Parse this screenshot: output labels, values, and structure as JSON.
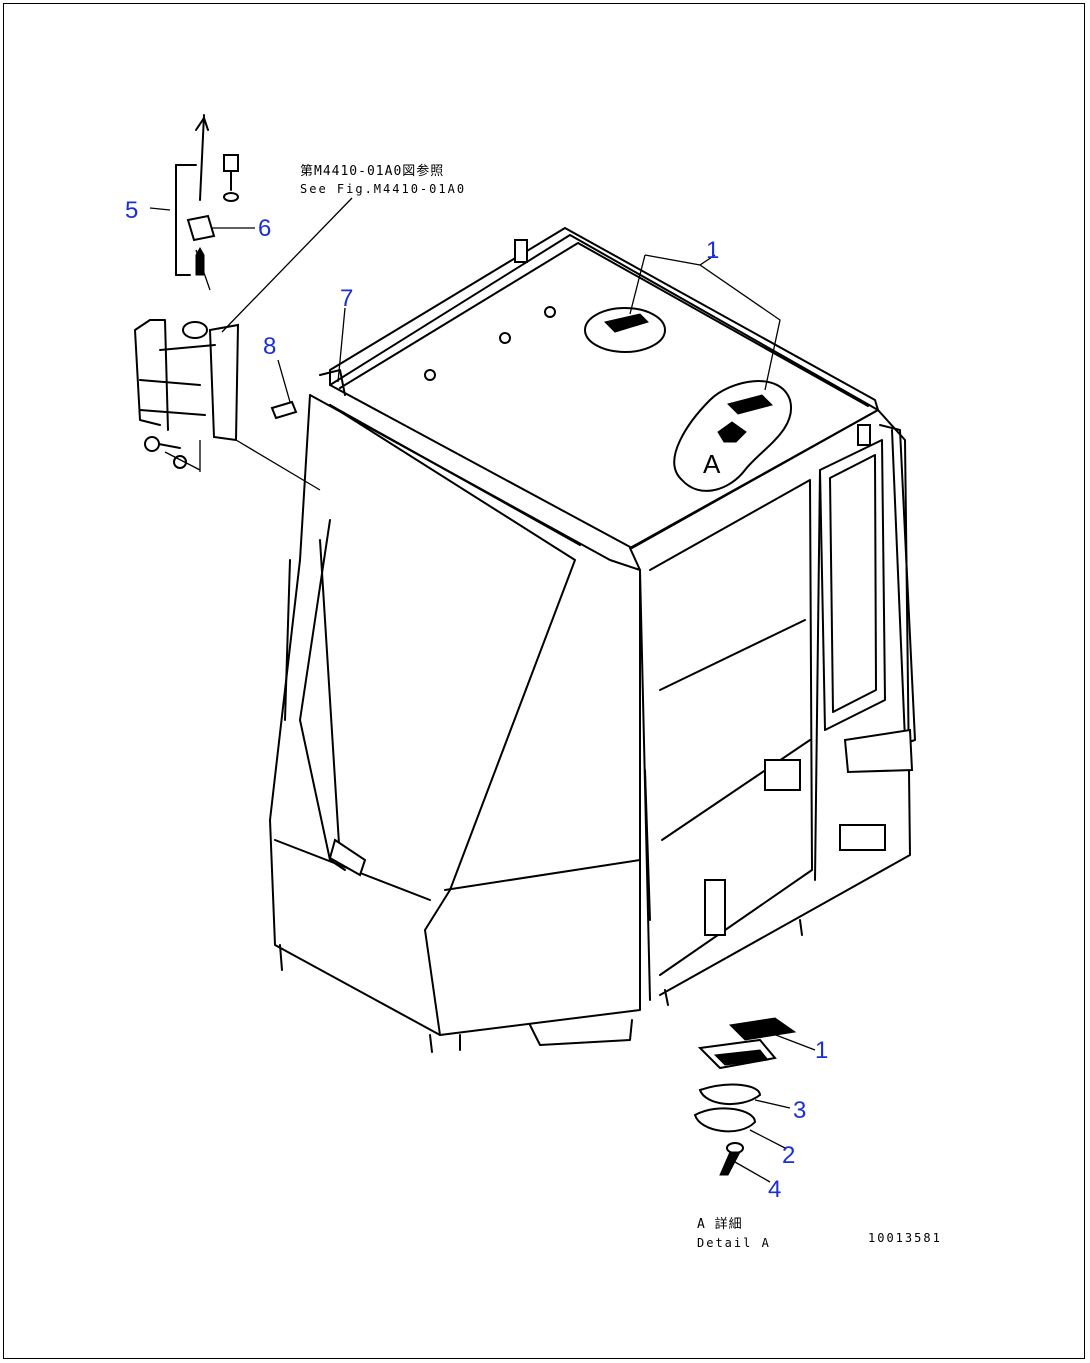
{
  "reference_note": {
    "jp": "第M4410-01A0図参照",
    "en": "See Fig.M4410-01A0"
  },
  "callouts": {
    "c1_top": "1",
    "c1_detail": "1",
    "c2": "2",
    "c3": "3",
    "c4": "4",
    "c5": "5",
    "c6": "6",
    "c7": "7",
    "c8": "8"
  },
  "view_marker": "A",
  "detail_caption": {
    "jp": "A 詳細",
    "en": "Detail A"
  },
  "drawing_number": "10013581",
  "colors": {
    "callout": "#1a2fd6",
    "line": "#000000"
  }
}
